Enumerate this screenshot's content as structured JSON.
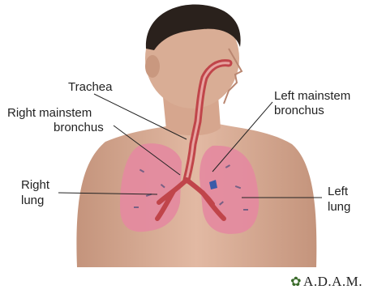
{
  "labels": {
    "trachea": "Trachea",
    "right_mainstem_line1": "Right mainstem",
    "right_mainstem_line2": "bronchus",
    "left_mainstem_line1": "Left mainstem",
    "left_mainstem_line2": "bronchus",
    "right_lung_line1": "Right",
    "right_lung_line2": "lung",
    "left_lung_line1": "Left",
    "left_lung_line2": "lung"
  },
  "logo": {
    "text": "A.D.A.M.",
    "icon": "leaf-icon"
  },
  "colors": {
    "skin": "#d9ad95",
    "skin_shadow": "#c08e77",
    "hair": "#2a211c",
    "lung": "#e48aa0",
    "airway": "#c0454a"
  }
}
